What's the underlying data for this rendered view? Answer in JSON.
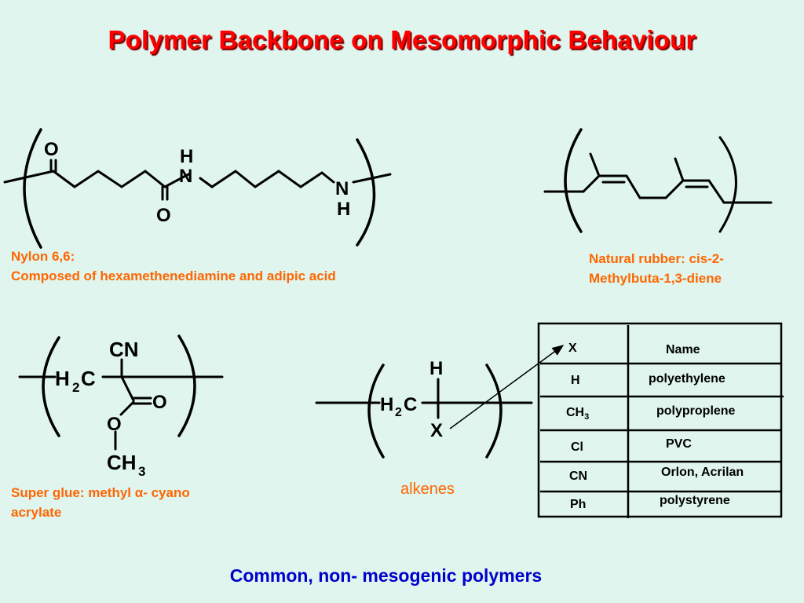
{
  "title": "Polymer Backbone on Mesomorphic Behaviour",
  "nylon": {
    "caption_line1": "Nylon 6,6:",
    "caption_line2": "Composed of hexamethenediamine and adipic acid",
    "atom_o": "O",
    "atom_h": "H",
    "atom_n": "N"
  },
  "rubber": {
    "caption_line1": "Natural rubber: cis-2-",
    "caption_line2": "Methylbuta-1,3-diene"
  },
  "superglue": {
    "caption_line1": "Super glue: methyl α- cyano",
    "caption_line2": "acrylate",
    "atom_cn": "CN",
    "atom_h": "H",
    "sub_2": "2",
    "atom_c": "C",
    "atom_o": "O",
    "atom_ch": "CH",
    "sub_3": "3"
  },
  "alkene": {
    "label": "alkenes",
    "atom_h": "H",
    "atom_x": "X",
    "sub_2": "2",
    "atom_c": "C"
  },
  "table": {
    "header_x": "X",
    "header_name": "Name",
    "rows": [
      {
        "x": "H",
        "name": "polyethylene"
      },
      {
        "x": "CH",
        "x_sub": "3",
        "name": "polyproplene"
      },
      {
        "x": "Cl",
        "name": "PVC"
      },
      {
        "x": "CN",
        "name": "Orlon, Acrilan"
      },
      {
        "x": "Ph",
        "name": "polystyrene"
      }
    ]
  },
  "footer": "Common, non- mesogenic polymers",
  "colors": {
    "background": "#dff5ee",
    "title": "#ff0000",
    "caption": "#ff6600",
    "footer": "#0000cc"
  }
}
